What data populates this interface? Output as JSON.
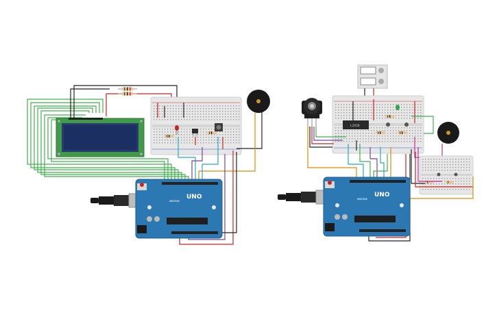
{
  "colors": {
    "board": "#2b78b2",
    "board_dark": "#1d5d8c",
    "breadboard": "#e7e7e7",
    "lcd_pcb": "#3f9a4a",
    "lcd_screen": "#1b2f63",
    "wire_green": "#3fb24a",
    "wire_black": "#222222",
    "wire_red": "#cc2222",
    "wire_orange": "#e08a00",
    "wire_purple": "#7a3fa0",
    "wire_cyan": "#27a8c8",
    "wire_magenta": "#cc2a8a",
    "buzzer": "#1a1a1a"
  },
  "icons": {
    "usb_cable": "usb-plug-icon",
    "buzzer": "piezo-buzzer-icon",
    "potentiometer": "rotary-knob-icon",
    "power_supply": "power-supply-icon"
  },
  "circuit_left": {
    "arduino": {
      "model_label": "UNO",
      "brand_label": "ARDUINO"
    }
  },
  "circuit_right": {
    "arduino": {
      "model_label": "UNO",
      "brand_label": "ARDUINO"
    },
    "chip_label": "L293D"
  }
}
